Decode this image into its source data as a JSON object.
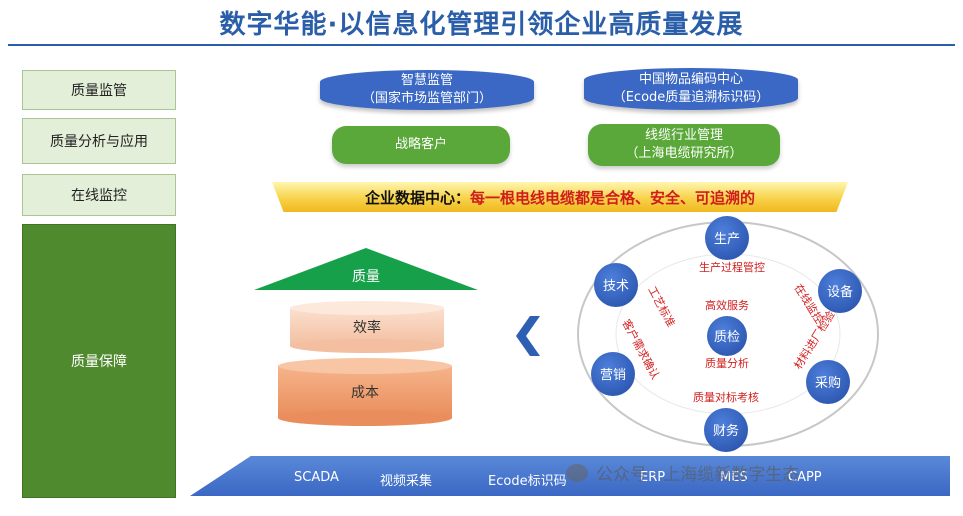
{
  "title": "数字华能·以信息化管理引领企业高质量发展",
  "side_boxes": [
    "质量监管",
    "质量分析与应用",
    "在线监控",
    "质量保障"
  ],
  "top_blue": [
    {
      "line1": "智慧监管",
      "line2": "（国家市场监管部门）"
    },
    {
      "line1": "中国物品编码中心",
      "line2": "（Ecode质量追溯标识码）"
    }
  ],
  "top_green": [
    {
      "line1": "战略客户",
      "line2": ""
    },
    {
      "line1": "线缆行业管理",
      "line2": "（上海电缆研究所）"
    }
  ],
  "banner": {
    "label": "企业数据中心：",
    "text": "每一根电线电缆都是合格、安全、可追溯的"
  },
  "pyramid": [
    "质量",
    "效率",
    "成本"
  ],
  "circle": {
    "center": "质检",
    "nodes": [
      "生产",
      "设备",
      "采购",
      "财务",
      "营销",
      "技术"
    ],
    "flows": [
      "生产过程管控",
      "在线监控",
      "材料进厂检验",
      "质量对标考核",
      "客户需求确认",
      "工艺标准",
      "高效服务",
      "质量分析"
    ]
  },
  "bottom_band": [
    "SCADA",
    "视频采集",
    "Ecode标识码",
    "ERP",
    "MES",
    "CAPP"
  ],
  "watermark": "公众号 · 上海缆新数字生态",
  "colors": {
    "title": "#2a5ea8",
    "green_dark": "#4f8a2e",
    "blue": "#3a68c4",
    "red": "#d21f1f",
    "banner": "#f7d24a"
  }
}
